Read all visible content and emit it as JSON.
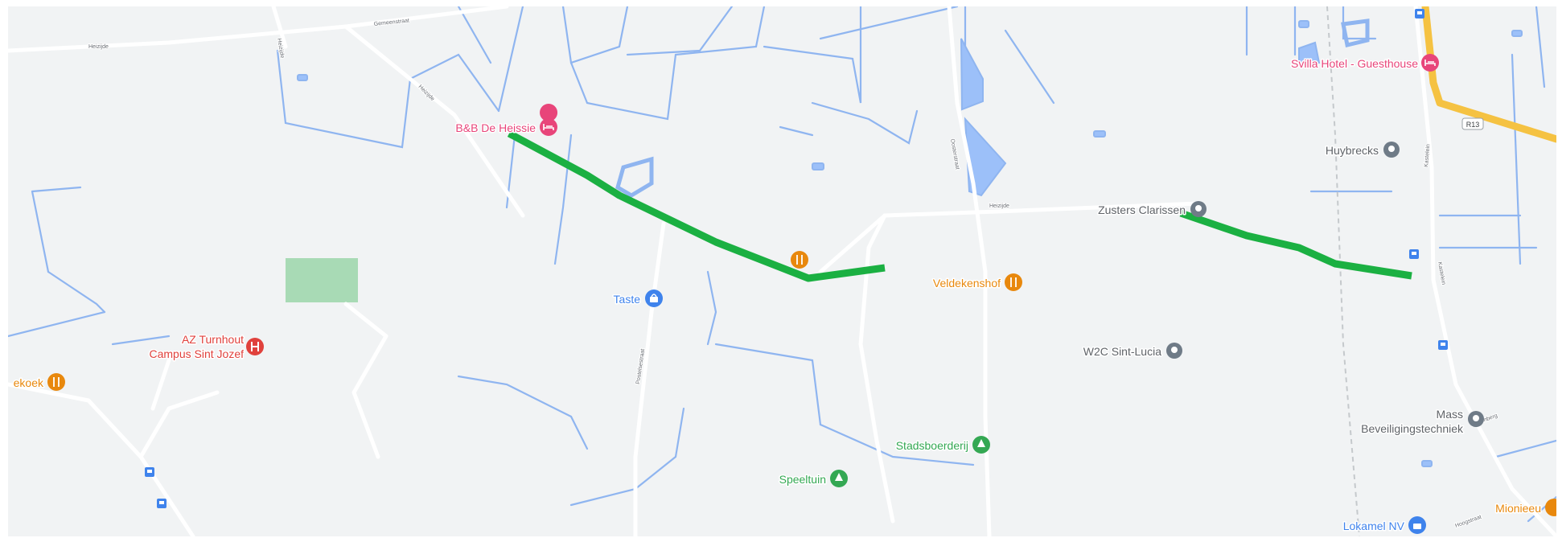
{
  "map": {
    "colors": {
      "land": "#f1f3f4",
      "road": "#ffffff",
      "highway": "#f5c242",
      "water_line": "#8fb5f0",
      "water_fill": "#9cc0f9",
      "park": "#a8dab5",
      "route": "#1bb042",
      "hotel": "#e8457a",
      "food": "#e8880d",
      "hospital": "#e0413c",
      "generic": "#6f7b87",
      "transit": "#3f83ec",
      "green_poi": "#34a853"
    },
    "pois": {
      "bb_de_heissie": {
        "label": "B&B De Heissie",
        "icon": "hotel-icon"
      },
      "svilla": {
        "label": "Svilla Hotel - Guesthouse",
        "icon": "hotel-icon"
      },
      "huybrecks": {
        "label": "Huybrecks",
        "icon": "place-pin-icon"
      },
      "zusters": {
        "label": "Zusters Clarissen",
        "icon": "place-pin-icon"
      },
      "veldekenshof": {
        "label": "Veldekenshof",
        "icon": "restaurant-icon"
      },
      "taste": {
        "label": "Taste",
        "icon": "shopping-bag-icon"
      },
      "w2c": {
        "label": "W2C Sint-Lucia",
        "icon": "place-pin-icon"
      },
      "az_turnhout_1": {
        "label": "AZ Turnhout",
        "icon": "hospital-icon"
      },
      "az_turnhout_2": {
        "label": "Campus Sint Jozef"
      },
      "ekoek": {
        "label": "ekoek",
        "icon": "restaurant-icon"
      },
      "stadsboerderij": {
        "label": "Stadsboerderij",
        "icon": "park-icon"
      },
      "speeltuin": {
        "label": "Speeltuin",
        "icon": "park-icon"
      },
      "mass_1": {
        "label": "Mass",
        "icon": "place-pin-icon"
      },
      "mass_2": {
        "label": "Beveiligingstechniek"
      },
      "lokamel": {
        "label": "Lokamel NV",
        "icon": "shopping-bag-icon"
      },
      "mionieeu": {
        "label": "Mionieeu",
        "icon": "restaurant-icon"
      }
    },
    "streets": {
      "heizijde_1": "Heizijde",
      "heizijde_2": "Heizijde",
      "heizijde_3": "Heizijde",
      "gemeenstraat": "Gemeenstraat",
      "heizijde_v": "Heizijde",
      "postelsestraat": "Postelsestraat",
      "oosterstraat": "Oosterstraat",
      "kastelein_1": "Kastelein",
      "kastelein_2": "Kastelein",
      "kattenberg": "Kattenberg",
      "bottom_street": "Hoogstraat"
    },
    "road_shield": "R13"
  }
}
